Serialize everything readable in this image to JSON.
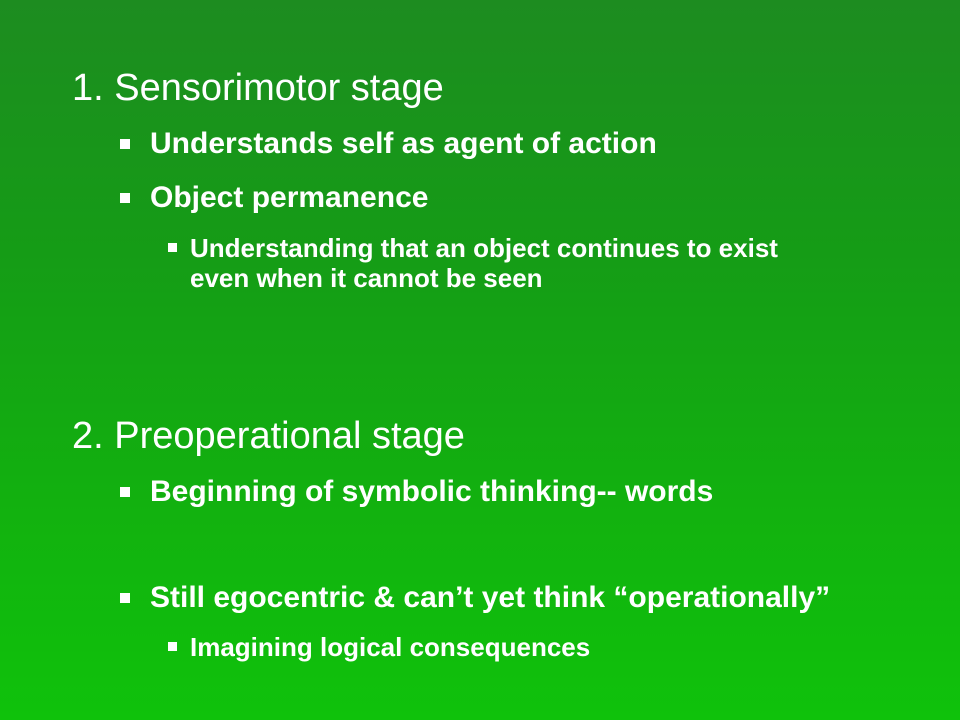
{
  "sections": [
    {
      "heading": "1. Sensorimotor stage",
      "bullets": [
        "Understands self as agent of action",
        "Object permanence"
      ],
      "sub_bullets": [
        {
          "line1": "Understanding that an object continues to exist",
          "line2": "even when it cannot be seen"
        }
      ]
    },
    {
      "heading": "2. Preoperational stage",
      "bullets": [
        "Beginning of symbolic thinking-- words",
        "Still egocentric & can’t yet think “operationally”"
      ],
      "sub_bullets": [
        {
          "line1": "Imagining logical consequences"
        }
      ]
    }
  ],
  "colors": {
    "background_top": "#1d8c20",
    "background_bottom": "#0fc20b",
    "text": "#ffffff"
  },
  "icons": {
    "bullet": "square-bullet-icon"
  }
}
